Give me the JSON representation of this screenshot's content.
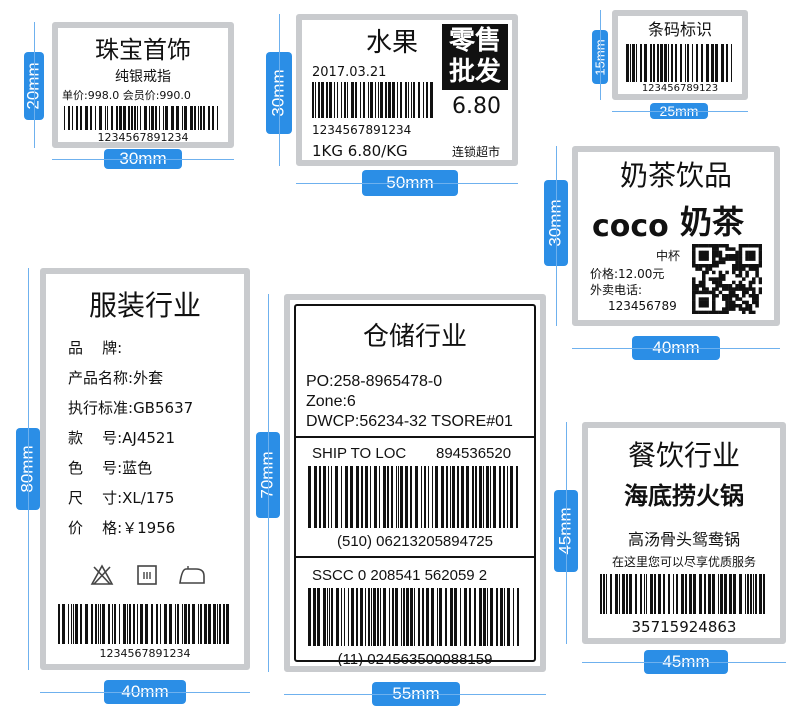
{
  "jewelry": {
    "title": "珠宝首饰",
    "subtitle": "纯银戒指",
    "price_line": "单价:998.0  会员价:990.0",
    "barcode_number": "1234567891234",
    "width_label": "30mm",
    "height_label": "20mm"
  },
  "fruit": {
    "title": "水果",
    "date": "2017.03.21",
    "badge_line1": "零售",
    "badge_line2": "批发",
    "price": "6.80",
    "barcode_number": "1234567891234",
    "unit_line": "1KG  6.80/KG",
    "store": "连锁超市",
    "width_label": "50mm",
    "height_label": "30mm"
  },
  "barcode_tag": {
    "title": "条码标识",
    "barcode_number": "123456789123",
    "width_label": "25mm",
    "height_label": "15mm"
  },
  "milk_tea": {
    "title": "奶茶饮品",
    "brand_latin": "coco",
    "brand_cn": "奶茶",
    "size": "中杯",
    "price_line": "价格:12.00元",
    "phone_label": "外卖电话:",
    "phone": "123456789",
    "width_label": "40mm",
    "height_label": "30mm"
  },
  "clothing": {
    "title": "服装行业",
    "rows": [
      {
        "key": "品    牌:",
        "value": ""
      },
      {
        "key": "产品名称:",
        "value": "外套"
      },
      {
        "key": "执行标准:",
        "value": "GB5637"
      },
      {
        "key": "款    号:",
        "value": "AJ4521"
      },
      {
        "key": "色    号:",
        "value": "蓝色"
      },
      {
        "key": "尺    寸:",
        "value": "XL/175"
      },
      {
        "key": "价    格:",
        "value": "￥1956"
      }
    ],
    "care_icons": [
      "no-bleach-icon",
      "tumble-dry-icon",
      "iron-icon"
    ],
    "barcode_number": "1234567891234",
    "width_label": "40mm",
    "height_label": "80mm"
  },
  "warehouse": {
    "title": "仓储行业",
    "po": "PO:258-8965478-0",
    "zone": "Zone:6",
    "dwcp": "DWCP:56234-32  TSORE#01",
    "ship_to": "SHIP TO LOC",
    "ship_number": "894536520",
    "barcode1_number": "(510)  06213205894725",
    "sscc": "SSCC  0 208541  562059  2",
    "barcode2_number": "(11)  024563500088159",
    "width_label": "55mm",
    "height_label": "70mm"
  },
  "catering": {
    "title": "餐饮行业",
    "restaurant": "海底捞火锅",
    "dish": "高汤骨头鸳鸯锅",
    "slogan": "在这里您可以尽享优质服务",
    "barcode_number": "35715924863",
    "width_label": "45mm",
    "height_label": "45mm"
  },
  "colors": {
    "dimension_blue": "#2b8ee6",
    "frame_gray": "#c9cbce"
  }
}
